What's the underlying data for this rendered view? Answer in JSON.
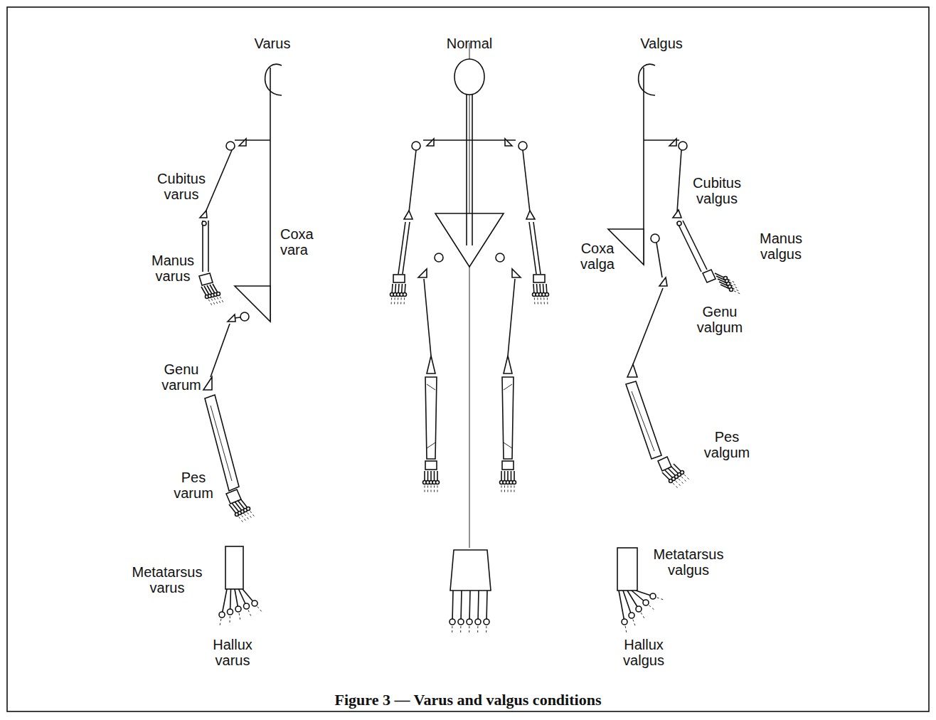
{
  "diagram": {
    "caption": "Figure 3 — Varus and valgus conditions",
    "labels": [
      "Varus",
      "Normal",
      "Valgus",
      "Cubitus varus",
      "Coxa vara",
      "Manus varus",
      "Genu varum",
      "Pes varum",
      "Metatarsus varus",
      "Hallux varus",
      "Cubitus valgus",
      "Coxa valga",
      "Manus valgus",
      "Genu valgum",
      "Pes valgum",
      "Metatarsus valgus",
      "Hallux valgus"
    ]
  }
}
